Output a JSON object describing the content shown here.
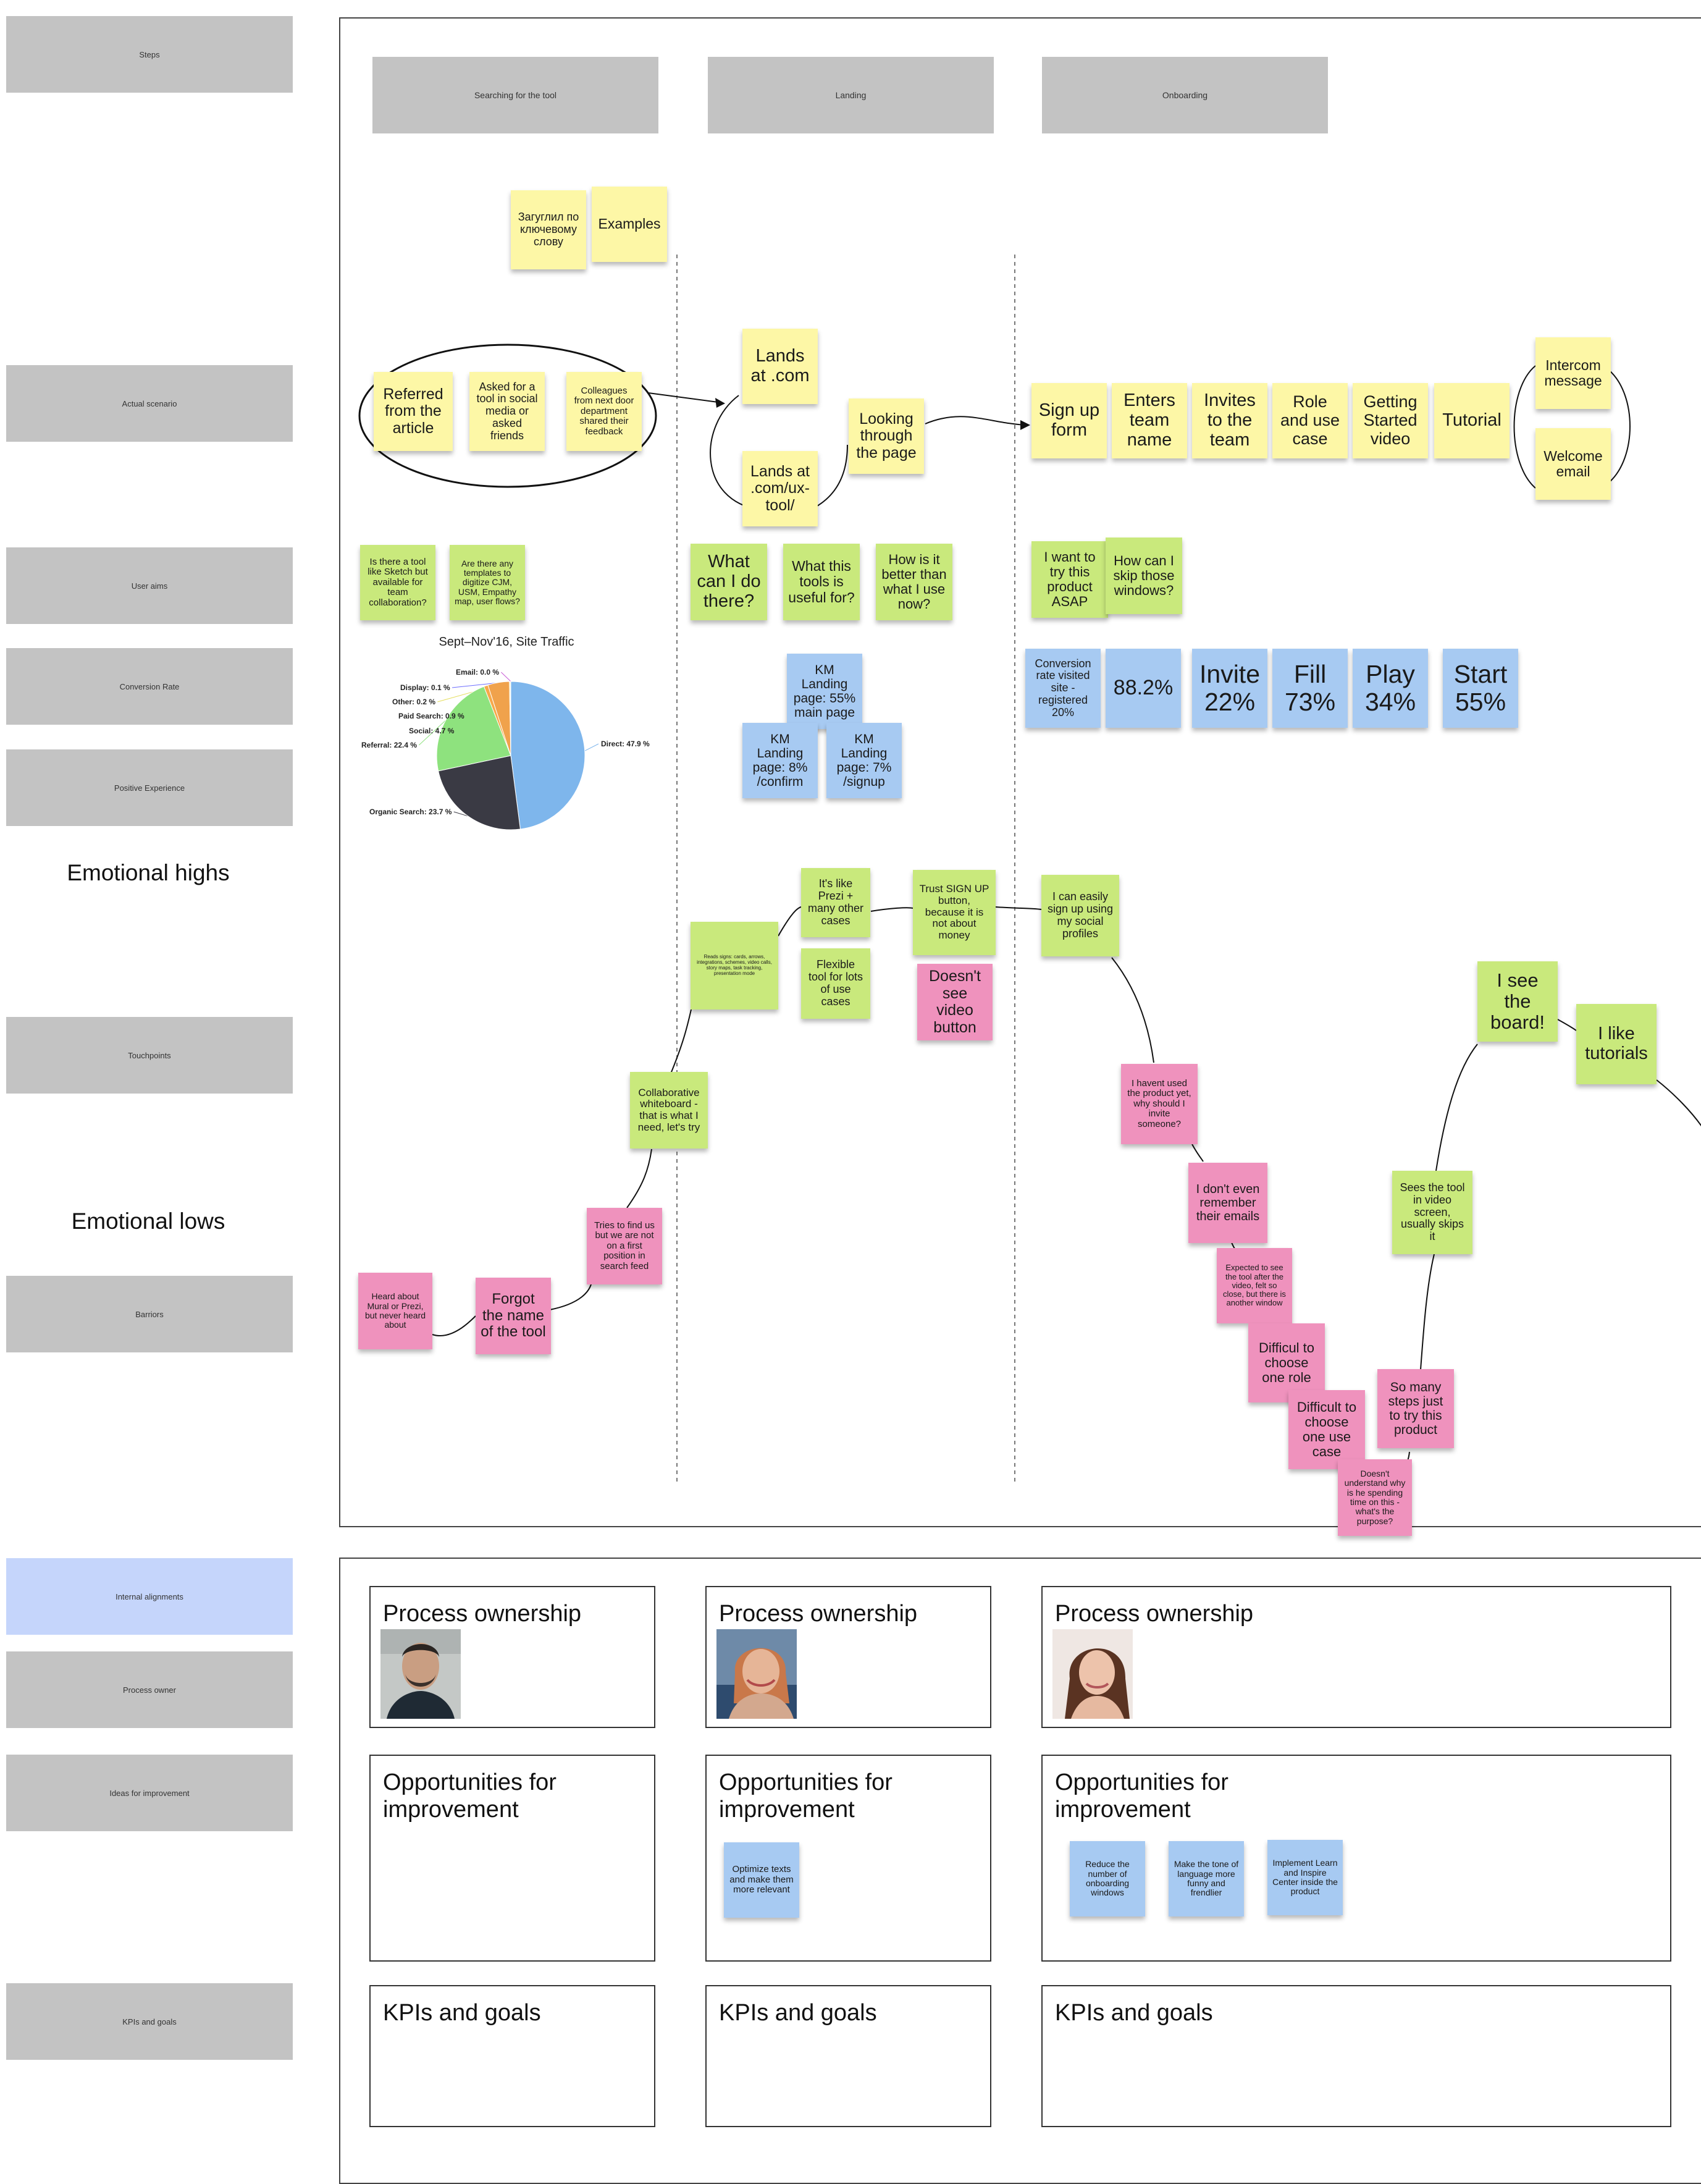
{
  "row_labels": {
    "steps": "Steps",
    "actual_scenario": "Actual scenario",
    "user_aims": "User aims",
    "conversion_rate": "Conversion Rate",
    "positive_experience": "Positive Experience",
    "emotional_highs": "Emotional highs",
    "touchpoints": "Touchpoints",
    "emotional_lows": "Emotional lows",
    "barriors": "Barriors",
    "internal_alignments": "Internal alignments",
    "process_owner": "Process owner",
    "ideas_for_improvement": "Ideas for improvement",
    "kpis_and_goals": "KPIs and goals"
  },
  "steps": [
    "Searching for the tool",
    "Landing",
    "Onboarding"
  ],
  "search_notes": [
    "Загуглил по ключевому слову",
    "Examples"
  ],
  "scenario": {
    "searching": [
      "Referred from the article",
      "Asked for a tool in social media or asked friends",
      "Colleagues from next door department shared their feedback"
    ],
    "landing": [
      "Lands at .com",
      "Lands at .com/ux-tool/",
      "Looking through the page"
    ],
    "onboarding": [
      "Sign up form",
      "Enters team name",
      "Invites to the team",
      "Role and use case",
      "Getting Started video",
      "Tutorial",
      "Intercom message",
      "Welcome email"
    ]
  },
  "aims": {
    "searching": [
      "Is there a tool like Sketch but available for team collaboration?",
      "Are there any templates to digitize CJM, USM, Empathy map, user flows?"
    ],
    "landing": [
      "What can I do there?",
      "What this tools is useful for?",
      "How is it better than what I use now?"
    ],
    "onboarding": [
      "I want to try this product ASAP",
      "How can I skip those windows?"
    ]
  },
  "conversion": {
    "landing": [
      "KM Landing page: 55% main page",
      "KM Landing page: 8% /confirm",
      "KM Landing page: 7% /signup"
    ],
    "onboarding": [
      "Conversion rate visited site - registered 20%",
      "88.2%",
      "Invite 22%",
      "Fill 73%",
      "Play 34%",
      "Start 55%"
    ]
  },
  "chart_data": {
    "type": "pie",
    "title": "Sept–Nov'16, Site Traffic",
    "labels": [
      "Direct: 47.9 %",
      "Organic Search: 23.7 %",
      "Referral: 22.4 %",
      "Paid Search: 0.9 %",
      "Social: 4.7 %",
      "Other: 0.2 %",
      "Display: 0.1 %",
      "Email: 0.0 %"
    ],
    "slices": [
      {
        "name": "Direct",
        "value": 47.9,
        "color": "#7eb6ec"
      },
      {
        "name": "Organic Search",
        "value": 23.7,
        "color": "#3a3a44"
      },
      {
        "name": "Referral",
        "value": 22.4,
        "color": "#8ee27e"
      },
      {
        "name": "Paid Search",
        "value": 0.9,
        "color": "#f7a94a"
      },
      {
        "name": "Social",
        "value": 4.7,
        "color": "#f0a24c"
      },
      {
        "name": "Other",
        "value": 0.2,
        "color": "#e4dd5a"
      },
      {
        "name": "Display",
        "value": 0.1,
        "color": "#6c6cff"
      },
      {
        "name": "Email",
        "value": 0.0,
        "color": "#c85ad6"
      }
    ]
  },
  "emotions": {
    "collaborative": "Collaborative whiteboard - that is what I need, let's try",
    "reads_signs": "Reads signs: cards, arrows, integrations, schemes, video calls, story maps, task tracking, presentation mode",
    "prezi": "It's like Prezi + many other cases",
    "flexible": "Flexible tool for lots of use cases",
    "trust": "Trust SIGN UP button, because it is not about money",
    "social": "I can easily sign up using my social profiles",
    "see_board": "I see the board!",
    "like_tutorials": "I like tutorials",
    "skips_video": "Sees the tool in video screen, usually skips it"
  },
  "barriers": {
    "heard": "Heard about Mural or Prezi, but never heard about",
    "forgot": "Forgot the name of the tool",
    "tries_find": "Tries to find us but we are not on a first position in search feed",
    "no_video_btn": "Doesn't see video button",
    "havent_used": "I havent used the product yet, why should I invite someone?",
    "emails": "I don't even remember their emails",
    "expected": "Expected to see the tool after the video, felt so close, but there is another window",
    "role": "Difficul to choose one role",
    "use_case": "Difficult to choose one use case",
    "doesnt_understand": "Doesn't understand why is he spending time on this - what's the purpose?",
    "many_steps": "So many steps just to try this product"
  },
  "internal": {
    "process_ownership": "Process ownership",
    "opportunities": "Opportunities for improvement",
    "kpis": "KPIs and goals",
    "ideas_landing": [
      "Optimize texts and make them more relevant"
    ],
    "ideas_onboarding": [
      "Reduce the number of onboarding windows",
      "Make the tone of language more funny and frendlier",
      "Implement Learn and Inspire Center inside the product"
    ]
  }
}
